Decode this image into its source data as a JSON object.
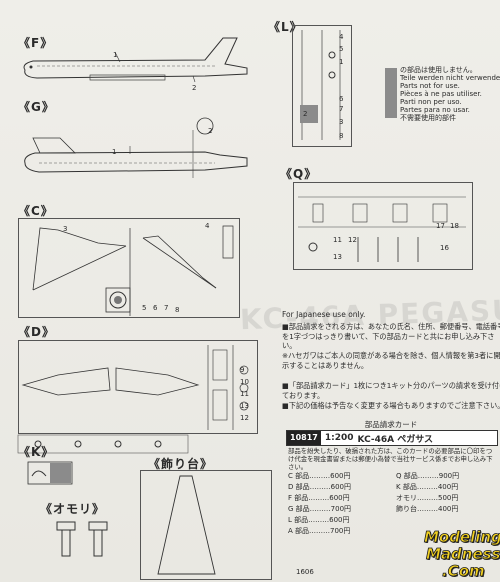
{
  "sections": {
    "f": "《F》",
    "g": "《G》",
    "c": "《C》",
    "d": "《D》",
    "l": "《L》",
    "q": "《Q》",
    "k": "《K》",
    "omori": "《オモリ》",
    "stand": "《飾り台》"
  },
  "legend": {
    "jp": "の部品は使用しません。",
    "de": "Teile werden nicht verwendet.",
    "en": "Parts not for use.",
    "fr": "Pièces à ne pas utiliser.",
    "it": "Parti non per uso.",
    "es": "Partes para no usar.",
    "cn": "不需要使用的部件"
  },
  "japan_only": "For Japanese use only.",
  "instructions": [
    "■部品請求をされる方は、あなたの氏名、住所、郵便番号、電話番号を1字づつはっきり書いて、下の部品カードと共にお申し込み下さい。",
    "※ハセガワはご本人の同意がある場合を除き、個人情報を第3者に開示することはありません。",
    "■「部品請求カード」1枚につき1キット分のパーツの請求を受け付けております。",
    "■下記の価格は予告なく変更する場合もありますのでご注意下さい。"
  ],
  "order_card": {
    "title": "部品請求カード",
    "code": "10817",
    "scale": "1:200",
    "name": "KC-46A ペガサス",
    "desc": "部品を紛失したり、破損された方は、このカードの必要部品に〇印をつけ代金を現金書留または郵便小為替で当社サービス係までお申し込み下さい。",
    "left": [
      {
        "part": "C 部品",
        "price": "600円"
      },
      {
        "part": "D 部品",
        "price": "600円"
      },
      {
        "part": "F 部品",
        "price": "600円"
      },
      {
        "part": "G 部品",
        "price": "700円"
      },
      {
        "part": "L 部品",
        "price": "600円"
      },
      {
        "part": "A 部品",
        "price": "700円"
      }
    ],
    "right": [
      {
        "part": "Q 部品",
        "price": "900円"
      },
      {
        "part": "K 部品",
        "price": "400円"
      },
      {
        "part": "オモリ",
        "price": "500円"
      },
      {
        "part": "飾り台",
        "price": "400円"
      }
    ]
  },
  "code_tag": "1606",
  "watermark": "KC-46A PEGASUS",
  "logo": {
    "line1": "Modeling",
    "line2": "Madness",
    "line3": ".Com"
  },
  "part_numbers": {
    "f1": "1",
    "f2": "2",
    "g1": "1",
    "g2": "2",
    "c3": "3",
    "c4": "4",
    "c5": "5",
    "c6": "6",
    "c7": "7",
    "c8": "8",
    "d9": "9",
    "d10": "10",
    "d11": "11",
    "d13": "13",
    "d12": "12",
    "l1": "1",
    "l2": "2",
    "l3": "3",
    "l4": "4",
    "l5": "5",
    "l6": "6",
    "l7": "7",
    "l8": "8",
    "q11": "11",
    "q12": "12",
    "q13": "13",
    "q17": "17",
    "q18": "18",
    "q16": "16"
  }
}
